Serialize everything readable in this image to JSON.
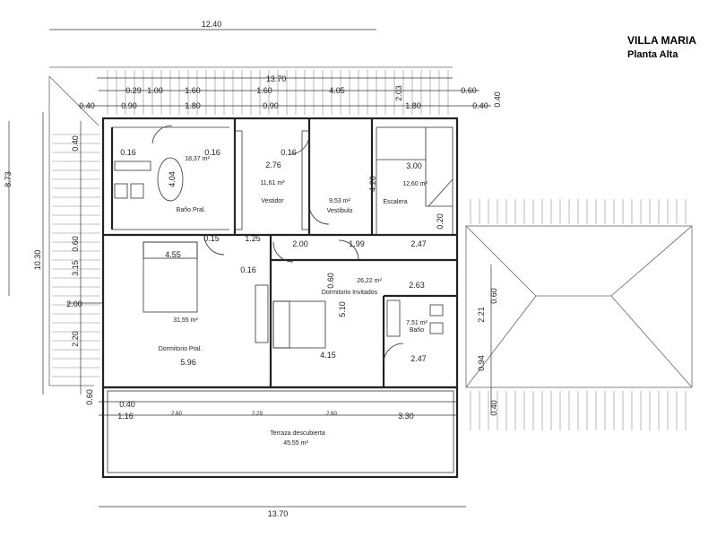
{
  "title": {
    "name": "VILLA MARIA",
    "level": "Planta Alta"
  },
  "rooms": {
    "bano_pral": {
      "label": "Baño Pral.",
      "area": "18,37 m²"
    },
    "vestidor": {
      "label": "Vestidor",
      "area": "11,61 m²"
    },
    "vestibulo": {
      "label": "Vestíbulo",
      "area": "9,53 m²"
    },
    "escalera": {
      "label": "Escalera",
      "area": "12,60 m²"
    },
    "dormitorio_pral": {
      "label": "Dormitorio Pral.",
      "area": "31,55 m²"
    },
    "dormitorio_invitados": {
      "label": "Dormitorio Invitados",
      "area": "26,22 m²"
    },
    "bano": {
      "label": "Baño",
      "area": "7,51 m²"
    },
    "terraza": {
      "label": "Terraza descubierta",
      "area": "45,55 m²"
    }
  },
  "dimensions": {
    "top_overall": "12.40",
    "top_second": "13.70",
    "top_row": [
      "0.29",
      "1.00",
      "1.60",
      "1.60",
      "4.05",
      "2.03",
      "0.60"
    ],
    "top_row2": [
      "0.40",
      "0.90",
      "1.80",
      "0.90",
      "1.80",
      "0.40",
      "0.40"
    ],
    "left_outer": "8.73",
    "left_inner": "10.30",
    "left_col": [
      "0.40",
      "0.60",
      "3.15",
      "2.20",
      "0.60"
    ],
    "left_mid": "2.00",
    "right_col": [
      "0.60",
      "2.21",
      "0.94",
      "0.40"
    ],
    "bottom_overall": "13.70",
    "bottom_row": [
      "0.40",
      "1.16",
      "2.60",
      "2.29",
      "2.60",
      "3.30"
    ],
    "interior": {
      "d016a": "0.16",
      "d016b": "0.16",
      "d016c": "0.16",
      "d404": "4.04",
      "d276": "2.76",
      "d300": "3.00",
      "d420": "4.20",
      "d020": "0.20",
      "d015": "0.15",
      "d125": "1.25",
      "d200b": "2.00",
      "d199": "1.99",
      "d247a": "2.47",
      "d455": "4.55",
      "d016d": "0.16",
      "d060": "0.60",
      "d263": "2.63",
      "d510": "5.10",
      "d596": "5.96",
      "d415": "4.15",
      "d247b": "2.47"
    }
  }
}
